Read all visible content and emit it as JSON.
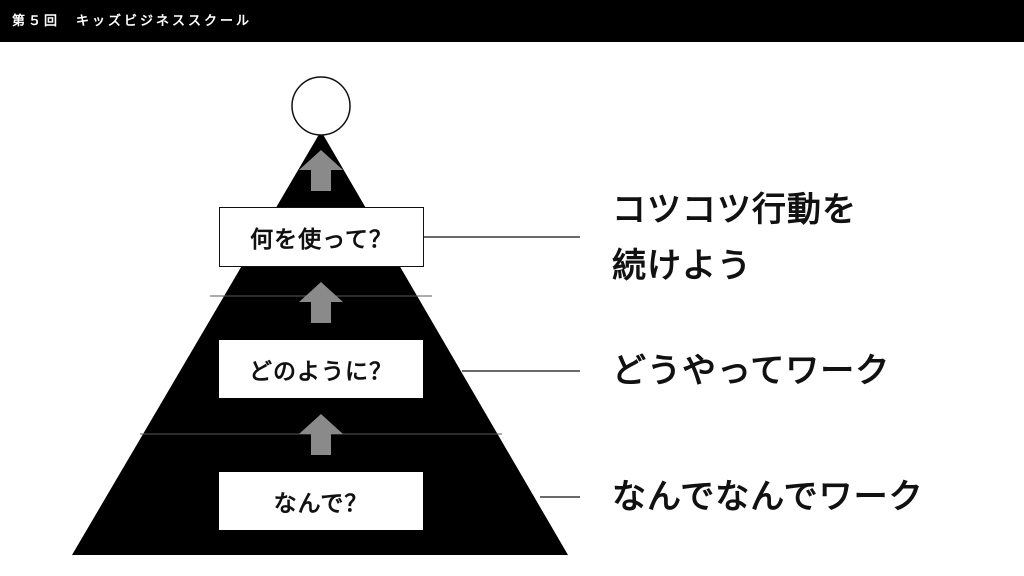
{
  "header": {
    "title": "第５回　キッズビジネススクール"
  },
  "pyramid": {
    "levels": [
      {
        "label": "何を使って？"
      },
      {
        "label": "どのように？"
      },
      {
        "label": "なんで？"
      }
    ]
  },
  "side_labels": {
    "top_line1": "コツコツ行動を",
    "top_line2": "続けよう",
    "middle": "どうやってワーク",
    "bottom": "なんでなんでワーク"
  },
  "colors": {
    "pyramid": "#000000",
    "arrow": "#8a8a8a",
    "header": "#000000"
  }
}
